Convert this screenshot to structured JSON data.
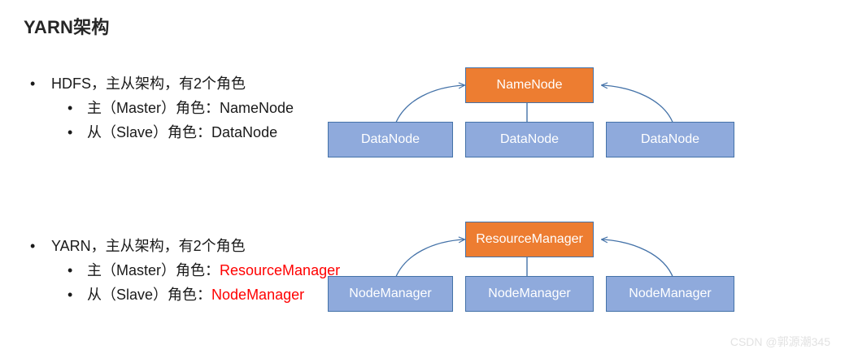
{
  "slide": {
    "title": "YARN架构",
    "background_color": "#ffffff"
  },
  "colors": {
    "master_fill": "#ed7d31",
    "worker_fill": "#8faadc",
    "box_border": "#4472a8",
    "arrow": "#4472a8",
    "accent_text": "#ff0000",
    "body_text": "#1a1a1a",
    "title_text": "#262626",
    "watermark_text": "#e2e2e2"
  },
  "sections": {
    "hdfs": {
      "bullet_marker": "•",
      "heading": "HDFS，主从架构，有2个角色",
      "sub_bullets": [
        {
          "marker": "•",
          "label": "主（Master）角色：",
          "value": "NameNode",
          "accent": false
        },
        {
          "marker": "•",
          "label": "从（Slave）角色：",
          "value": "DataNode",
          "accent": false
        }
      ],
      "diagram": {
        "master": "NameNode",
        "workers": [
          "DataNode",
          "DataNode",
          "DataNode"
        ]
      }
    },
    "yarn": {
      "bullet_marker": "•",
      "heading": "YARN，主从架构，有2个角色",
      "sub_bullets": [
        {
          "marker": "•",
          "label": "主（Master）角色：",
          "value": "ResourceManager",
          "accent": true
        },
        {
          "marker": "•",
          "label": "从（Slave）角色：",
          "value": "NodeManager",
          "accent": true
        }
      ],
      "diagram": {
        "master": "ResourceManager",
        "workers": [
          "NodeManager",
          "NodeManager",
          "NodeManager"
        ]
      }
    }
  },
  "watermark": {
    "text": "CSDN @郭源潮345"
  }
}
